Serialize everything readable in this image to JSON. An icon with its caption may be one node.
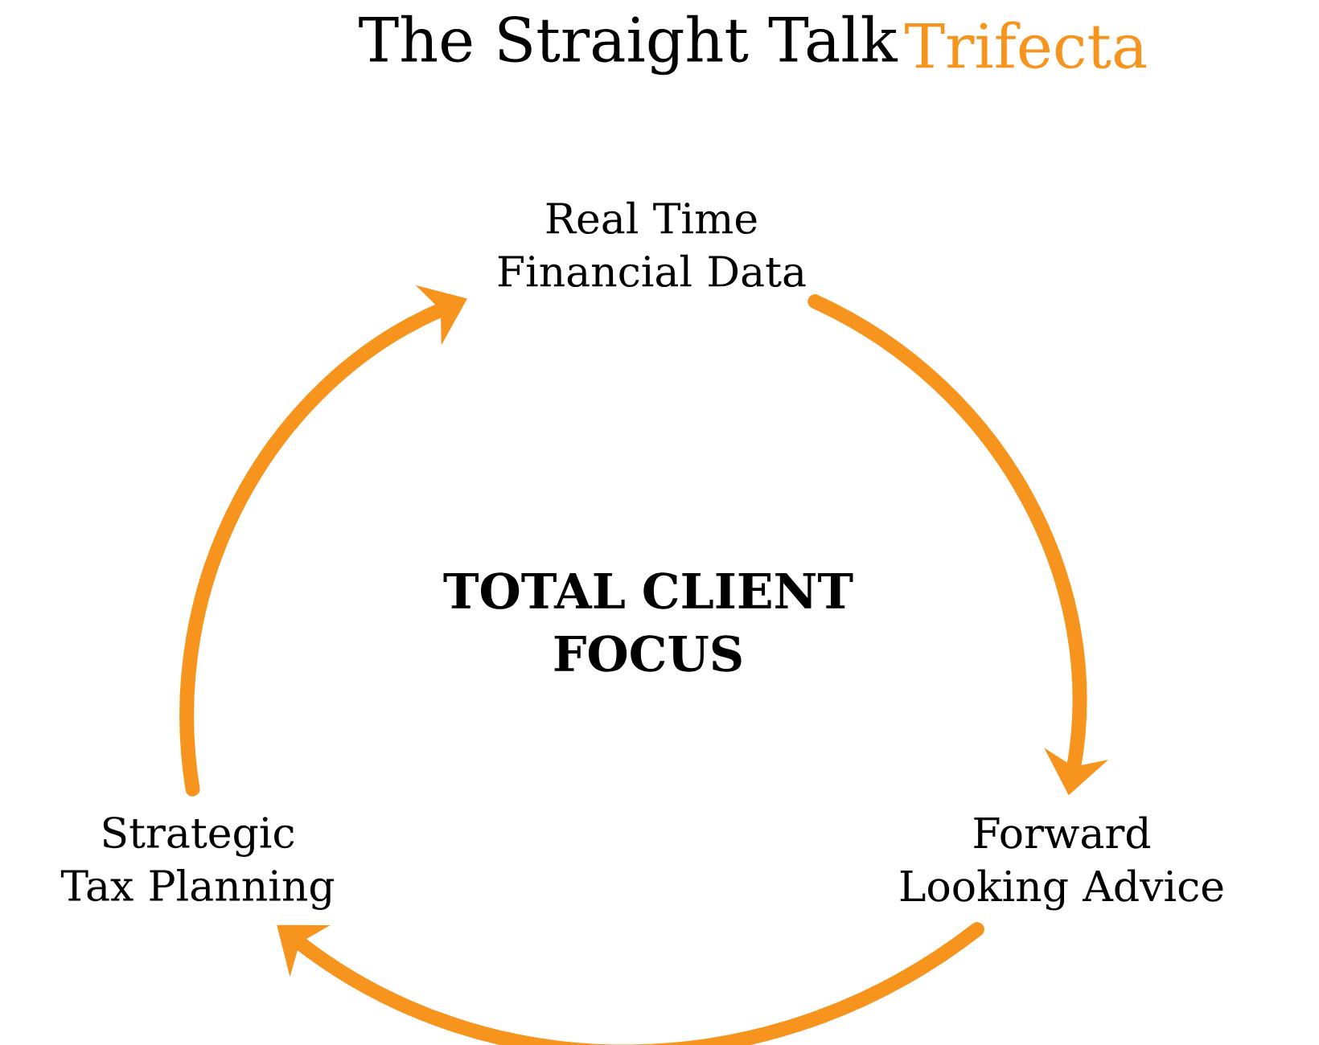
{
  "diagram": {
    "title": "The Straight Talk",
    "nodes": [
      {
        "text": [
          "Real Time Financial Data"
        ]
      },
      {
        "text": [
          "Forward Looking Advice"
        ]
      },
      {
        "text": [
          "Strategic Tax Planning"
        ]
      },
      {
        "text": [
          "TOTAL CLIENT FOCUS"
        ]
      }
    ],
    "edges": [
      {
        "from": 0,
        "to": 1,
        "arrow": "to"
      },
      {
        "from": 1,
        "to": 2,
        "arrow": "to"
      },
      {
        "from": 2,
        "to": 0,
        "arrow": "to"
      }
    ],
    "labels": [
      "Trifecta"
    ]
  }
}
